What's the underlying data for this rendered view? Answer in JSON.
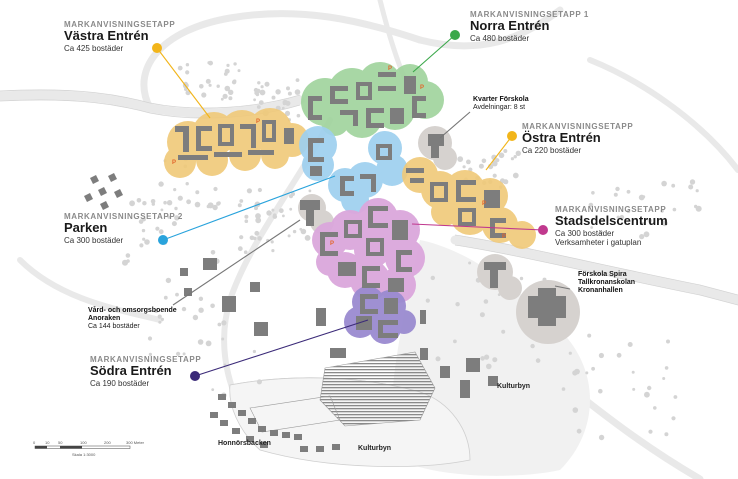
{
  "colors": {
    "vastra": "#f0c978",
    "norra": "#9fd39c",
    "ostra": "#f0c978",
    "parken": "#9ed0ef",
    "stadsdel": "#dba7dc",
    "sodra": "#9a8bd0",
    "grey_area": "#d6d2cf",
    "building": "#7d7d7d",
    "line_yellow": "#f2b51a",
    "line_green": "#3aa84a",
    "line_blue": "#29a3dc",
    "line_magenta": "#c0398e",
    "line_purple": "#3b2a78",
    "line_grey": "#777777"
  },
  "labels": {
    "vastra": {
      "tag": "MARKANVISNINGSETAPP",
      "name": "Västra Entrén",
      "sub": "Ca 425 bostäder"
    },
    "norra": {
      "tag": "MARKANVISNINGSETAPP 1",
      "name": "Norra Entrén",
      "sub": "Ca 480 bostäder"
    },
    "forskola": {
      "name": "Kvarter Förskola",
      "sub": "Avdelningar: 8 st"
    },
    "ostra": {
      "tag": "MARKANVISNINGSETAPP",
      "name": "Östra Entrén",
      "sub": "Ca 220 bostäder"
    },
    "stadsdel": {
      "tag": "MARKANVISNINGSETAPP",
      "name": "Stadsdelscentrum",
      "sub1": "Ca 300 bostäder",
      "sub2": "Verksamheter i gatuplan"
    },
    "parken": {
      "tag": "MARKANVISNINGSETAPP 2",
      "name": "Parken",
      "sub": "Ca 300 bostäder"
    },
    "spira": {
      "line1": "Förskola Spira",
      "line2": "Tallkronanskolan",
      "line3": "Kronanhallen"
    },
    "vard": {
      "line1": "Vård- och omsorgsboende",
      "line2": "Anoraken",
      "line3": "Ca 144 bostäder"
    },
    "sodra": {
      "tag": "MARKANVISNINGSETAPP",
      "name": "Södra Entrén",
      "sub": "Ca 190 bostäder"
    }
  },
  "places": {
    "kulturbyn_east": "Kulturbyn",
    "kulturbyn_south": "Kulturbyn",
    "honnorsbacken": "Honnörsbacken"
  },
  "parking_symbol": "P",
  "scale": {
    "ticks": [
      "0",
      "10",
      "50",
      "100",
      "200",
      "300 Meter"
    ],
    "note": "Skala 1:3000"
  }
}
